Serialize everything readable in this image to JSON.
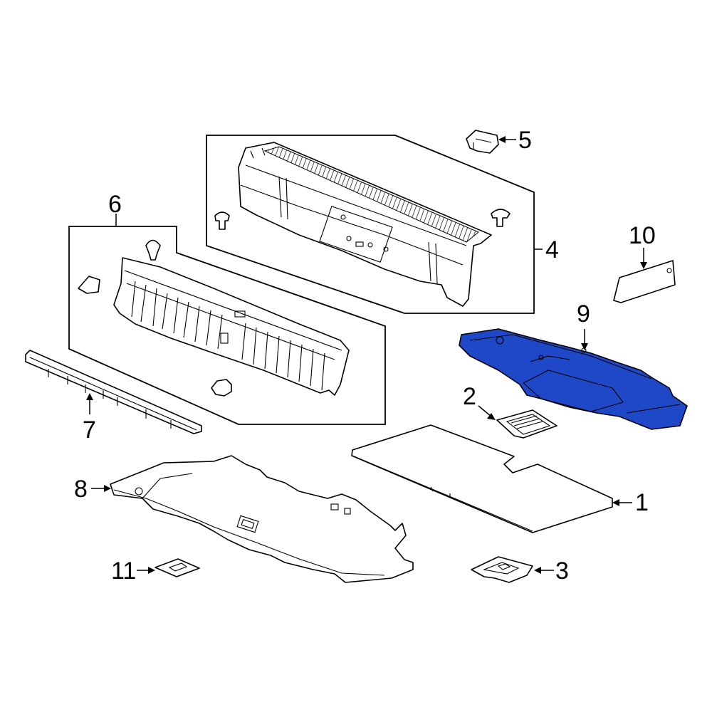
{
  "colors": {
    "highlight": "#1f48c8",
    "line": "#000000",
    "background": "#ffffff"
  },
  "callouts": {
    "c1": "1",
    "c2": "2",
    "c3": "3",
    "c4": "4",
    "c5": "5",
    "c6": "6",
    "c7": "7",
    "c8": "8",
    "c9": "9",
    "c10": "10",
    "c11": "11"
  }
}
